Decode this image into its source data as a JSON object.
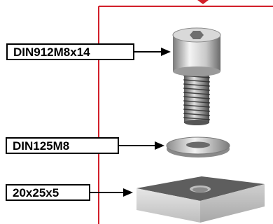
{
  "labels": {
    "screw": "DIN912M8x14",
    "washer": "DIN125M8",
    "plate": "20x25x5"
  },
  "parts": [
    {
      "name": "screw",
      "depiction": "socket-head-cap-screw"
    },
    {
      "name": "washer",
      "depiction": "flat-washer"
    },
    {
      "name": "plate",
      "depiction": "square-plate-with-hole"
    }
  ],
  "colors": {
    "frame_line": "#d21f2a",
    "label_border": "#000000",
    "arrow": "#000000"
  }
}
